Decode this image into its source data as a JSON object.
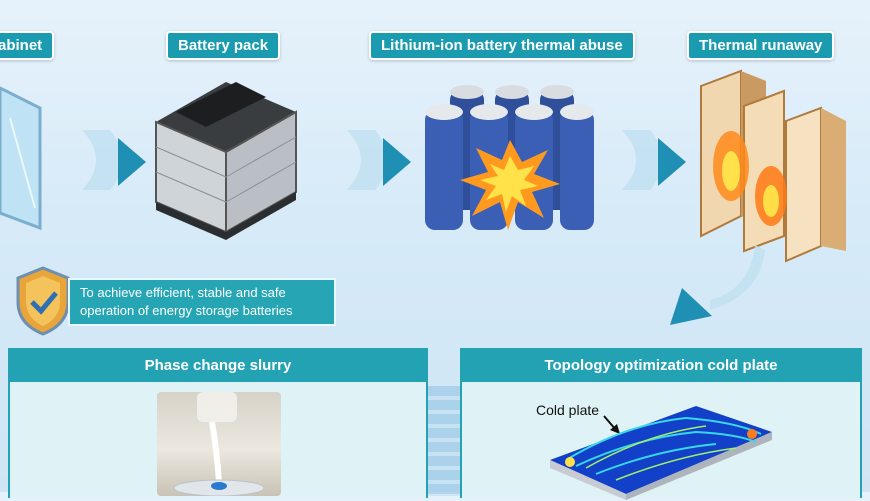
{
  "stages": {
    "cabinet": "abinet",
    "pack": "Battery pack",
    "abuse": "Lithium-ion battery thermal abuse",
    "runaway": "Thermal runaway"
  },
  "goal": {
    "line1": "To achieve efficient, stable and safe",
    "line2": "operation of energy storage batteries"
  },
  "panels": {
    "left_title": "Phase change slurry",
    "right_title": "Topology optimization cold plate",
    "cold_plate_label": "Cold plate"
  },
  "colors": {
    "accent": "#1b9bb0",
    "arrow": "#1f8fb3",
    "background": "#d6eaf8"
  },
  "icons": [
    "cabinet-icon",
    "battery-pack-icon",
    "battery-cells-explosion-icon",
    "burning-racks-icon",
    "shield-check-icon",
    "arrow-right-icon",
    "arrow-down-left-icon"
  ]
}
